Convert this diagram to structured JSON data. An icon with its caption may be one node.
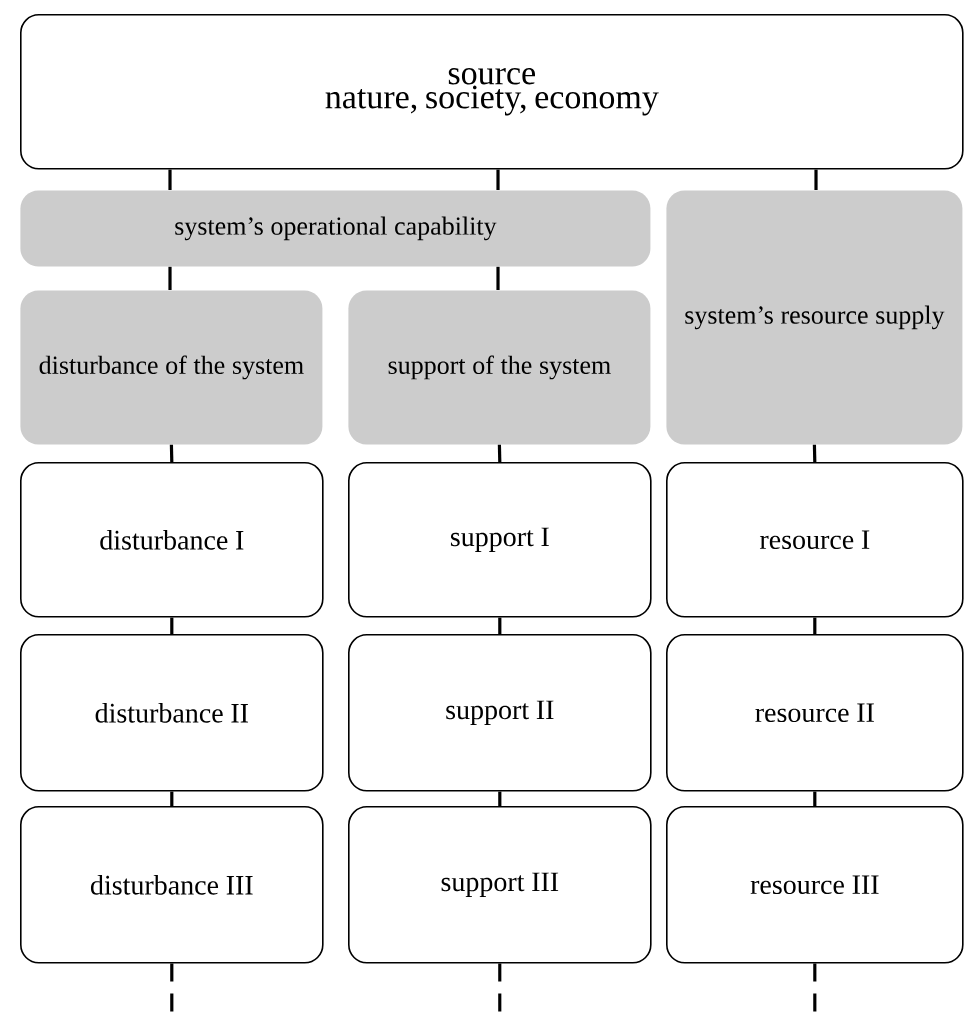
{
  "diagram": {
    "nodes": [
      {
        "text": [
          "source",
          "nature, society, economy"
        ]
      },
      {
        "text": [
          "system’s operational capability"
        ]
      },
      {
        "text": [
          "system’s resource supply"
        ]
      },
      {
        "text": [
          "disturbance of the system"
        ]
      },
      {
        "text": [
          "support of the system"
        ]
      },
      {
        "text": [
          "disturbance I"
        ]
      },
      {
        "text": [
          "support I"
        ]
      },
      {
        "text": [
          "resource I"
        ]
      },
      {
        "text": [
          "disturbance II"
        ]
      },
      {
        "text": [
          "support II"
        ]
      },
      {
        "text": [
          "resource II"
        ]
      },
      {
        "text": [
          "disturbance III"
        ]
      },
      {
        "text": [
          "support III"
        ]
      },
      {
        "text": [
          "resource III"
        ]
      }
    ],
    "edges": [
      {
        "from": 0,
        "to": 1,
        "arrow": "none"
      },
      {
        "from": 0,
        "to": 1,
        "arrow": "none"
      },
      {
        "from": 0,
        "to": 2,
        "arrow": "none"
      },
      {
        "from": 1,
        "to": 3,
        "arrow": "none"
      },
      {
        "from": 1,
        "to": 4,
        "arrow": "none"
      },
      {
        "from": 3,
        "to": 5,
        "arrow": "none"
      },
      {
        "from": 4,
        "to": 6,
        "arrow": "none"
      },
      {
        "from": 2,
        "to": 7,
        "arrow": "none"
      },
      {
        "from": 5,
        "to": 8,
        "arrow": "none"
      },
      {
        "from": 6,
        "to": 9,
        "arrow": "none"
      },
      {
        "from": 7,
        "to": 10,
        "arrow": "none"
      },
      {
        "from": 8,
        "to": 11,
        "arrow": "none"
      },
      {
        "from": 9,
        "to": 12,
        "arrow": "none"
      },
      {
        "from": 10,
        "to": 13,
        "arrow": "none"
      },
      {
        "from": 11,
        "to": null,
        "arrow": "none",
        "style": "dashed"
      },
      {
        "from": 12,
        "to": null,
        "arrow": "none",
        "style": "dashed"
      },
      {
        "from": 13,
        "to": null,
        "arrow": "none",
        "style": "dashed"
      }
    ]
  }
}
